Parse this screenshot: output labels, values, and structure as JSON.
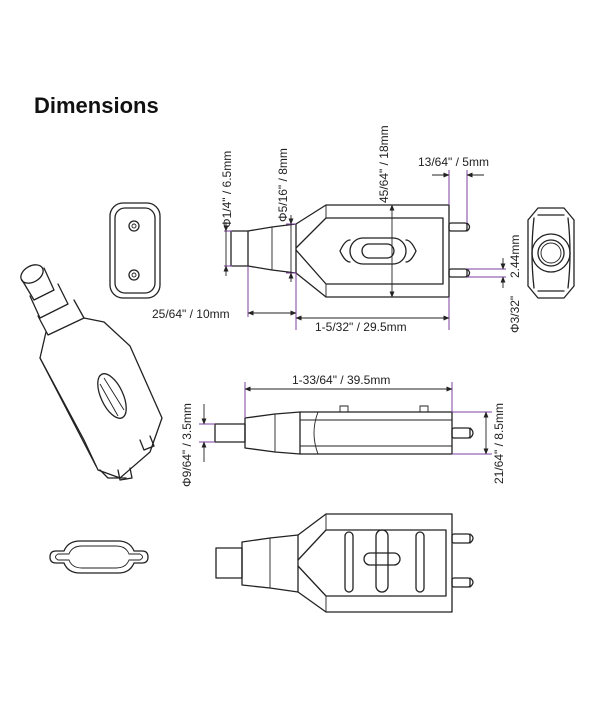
{
  "title": "Dimensions",
  "dimensions": {
    "dia_tip": "Φ1/4\" / 6.5mm",
    "dia_neck": "Φ5/16\" / 8mm",
    "body_height": "45/64\" / 18mm",
    "pin_spacing": "13/64\" / 5mm",
    "pin_diameter_mm": "2.44mm",
    "pin_diameter": "Φ3/32\"",
    "neck_length": "25/64\" / 10mm",
    "body_length": "1-5/32\" / 29.5mm",
    "total_length": "1-33/64\" / 39.5mm",
    "side_tip_dia": "Φ9/64\" / 3.5mm",
    "side_thickness": "21/64\" / 8.5mm"
  }
}
